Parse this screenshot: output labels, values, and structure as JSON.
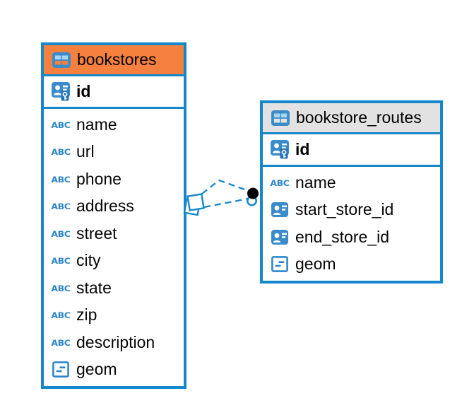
{
  "diagram": {
    "tables": [
      {
        "name": "bookstores",
        "header_color": "#F6813E",
        "pk": {
          "name": "id"
        },
        "columns": [
          {
            "name": "name",
            "type_icon": "text"
          },
          {
            "name": "url",
            "type_icon": "text"
          },
          {
            "name": "phone",
            "type_icon": "text"
          },
          {
            "name": "address",
            "type_icon": "text"
          },
          {
            "name": "street",
            "type_icon": "text"
          },
          {
            "name": "city",
            "type_icon": "text"
          },
          {
            "name": "state",
            "type_icon": "text"
          },
          {
            "name": "zip",
            "type_icon": "text"
          },
          {
            "name": "description",
            "type_icon": "text"
          },
          {
            "name": "geom",
            "type_icon": "geometry"
          }
        ]
      },
      {
        "name": "bookstore_routes",
        "header_color": "#E2E2E2",
        "pk": {
          "name": "id"
        },
        "columns": [
          {
            "name": "name",
            "type_icon": "text"
          },
          {
            "name": "start_store_id",
            "type_icon": "reference"
          },
          {
            "name": "end_store_id",
            "type_icon": "reference"
          },
          {
            "name": "geom",
            "type_icon": "geometry"
          }
        ]
      }
    ],
    "icons": {
      "text_type_label": "ABC"
    },
    "relationship": {
      "style": "dashed",
      "from_table": "bookstores",
      "to_table": "bookstore_routes",
      "source_marker": "stacked-squares",
      "target_marker": "filled-dot-with-ring"
    },
    "colors": {
      "table_border": "#1787CB",
      "bookstores_header": "#F6813E",
      "routes_header": "#E2E2E2",
      "icon_blue": "#3B8CCB",
      "icon_accent": "#2F87CA",
      "icon_cell_light": "#A9D5F2",
      "key_badge_blue": "#2473B5",
      "relationship_line": "#1787CB",
      "endpoint_dot": "#000000",
      "text": "#000000",
      "canvas_background": "#FFFFFF"
    }
  }
}
